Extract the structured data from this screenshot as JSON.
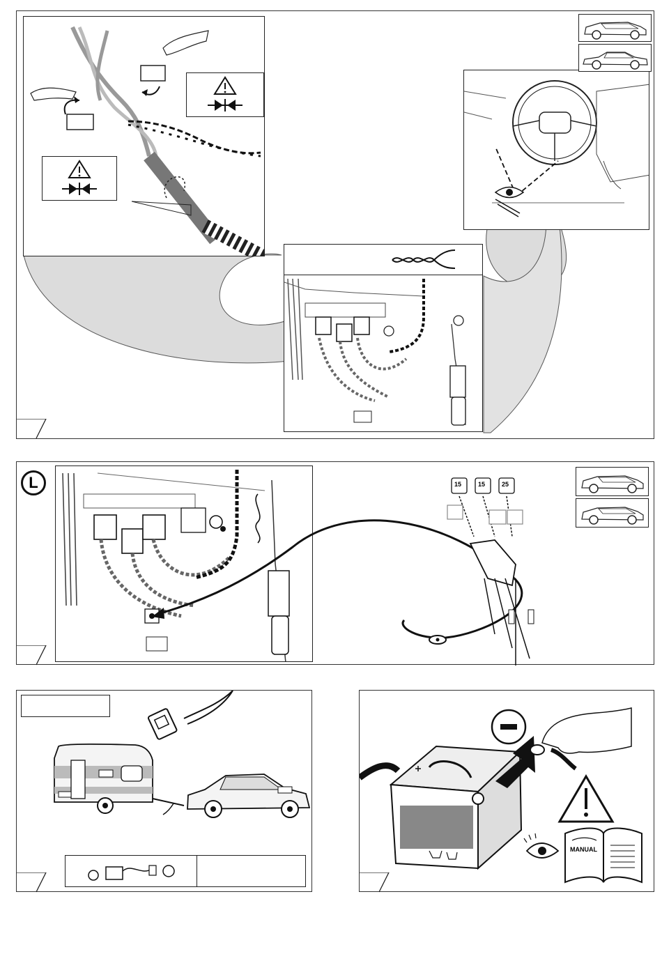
{
  "steps": {
    "top": {
      "number": ""
    },
    "middle": {
      "number": "",
      "marker": "L"
    },
    "bottom_left": {
      "number": "",
      "label_box_text": "",
      "info_box_text": ""
    },
    "bottom_right": {
      "number": "",
      "manual_text": "MANUAL",
      "minus_symbol": "−"
    }
  },
  "fuses": {
    "labels": [
      "15",
      "15",
      "25"
    ]
  },
  "icons": {
    "warning": "warning-triangle-icon",
    "press": "press-arrows-icon",
    "eye": "eye-icon",
    "twisted_pair": "twisted-pair-icon",
    "vehicle_estate": "estate-car-icon",
    "vehicle_sedan": "sedan-car-icon"
  },
  "colors": {
    "line": "#222222",
    "tape": "#888888",
    "shadow": "#d9d9d9"
  }
}
